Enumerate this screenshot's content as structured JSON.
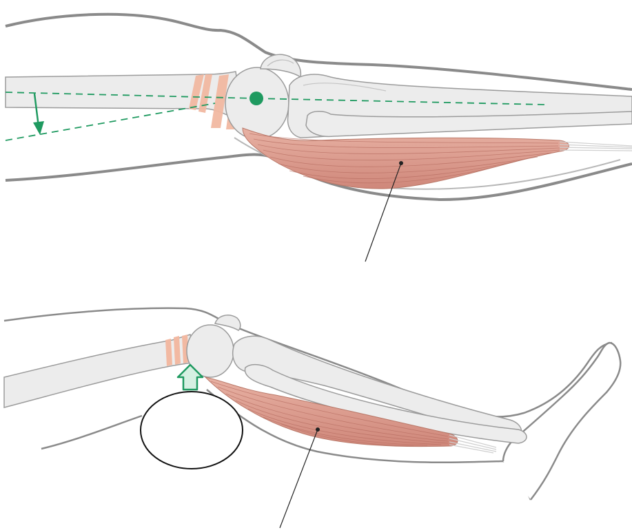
{
  "figure": {
    "panels": [
      {
        "id": "extended",
        "parts": [
          "leg-outline",
          "femur",
          "fracture-site",
          "patella",
          "knee-joint-pivot",
          "tibia",
          "fibula",
          "gastrocnemius-muscle",
          "leader-line",
          "alignment-lines",
          "rotation-arrow"
        ]
      },
      {
        "id": "flexed",
        "parts": [
          "leg-outline",
          "foot",
          "femur",
          "fracture-site",
          "patella",
          "tibia",
          "fibula",
          "gastrocnemius-muscle",
          "leader-line",
          "support-pad",
          "push-arrow"
        ]
      }
    ],
    "colors": {
      "outline": "#8a8a8a",
      "bone": "#ececec",
      "bone_stroke": "#9b9b9b",
      "fracture": "#f2b9a2",
      "muscle": "#d99a8c",
      "muscle_fiber": "#b86e62",
      "tendon": "#dedede",
      "guide": "#1f9a60",
      "leader": "#222222",
      "pad": "#111111"
    }
  }
}
